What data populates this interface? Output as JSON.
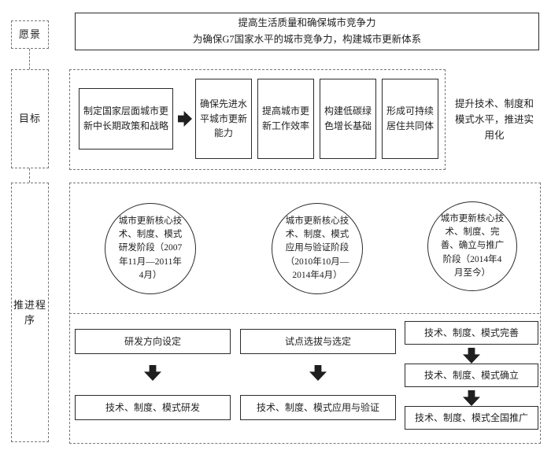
{
  "diagram": {
    "vision": {
      "label": "愿景",
      "lines": [
        "提高生活质量和确保城市竞争力",
        "为确保G7国家水平的城市竞争力，构建城市更新体系"
      ]
    },
    "goals": {
      "label": "目标",
      "items": [
        "制定国家层面城市更新中长期政策和战略",
        "确保先进水平城市更新能力",
        "提高城市更新工作效率",
        "构建低碳绿色增长基础",
        "形成可持续居住共同体"
      ],
      "outcome": "提升技术、制度和模式水平，推进实用化"
    },
    "procedure": {
      "label": "推进程序",
      "columns": [
        {
          "phase": "城市更新核心技术、制度、模式研发阶段（2007年11月—2011年4月）",
          "steps": [
            "研发方向设定",
            "技术、制度、模式研发"
          ]
        },
        {
          "phase": "城市更新核心技术、制度、模式应用与验证阶段（2010年10月—2014年4月）",
          "steps": [
            "试点选拔与选定",
            "技术、制度、模式应用与验证"
          ]
        },
        {
          "phase": "城市更新核心技术、制度、完善、确立与推广阶段（2014年4月至今）",
          "steps": [
            "技术、制度、模式完善",
            "技术、制度、模式确立",
            "技术、制度、模式全国推广"
          ]
        }
      ]
    },
    "colors": {
      "ink": "#1f1f1f",
      "dash_border": "#777777",
      "background": "#ffffff"
    }
  }
}
